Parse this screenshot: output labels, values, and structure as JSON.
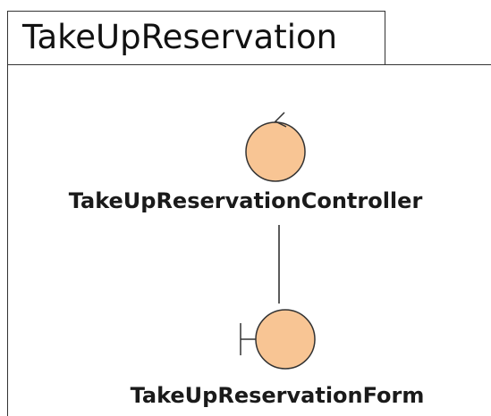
{
  "package": {
    "name": "TakeUpReservation"
  },
  "elements": {
    "controller": {
      "name": "TakeUpReservationController",
      "stereotype": "control"
    },
    "boundary": {
      "name": "TakeUpReservationForm",
      "stereotype": "boundary"
    }
  },
  "colors": {
    "element_fill": "#f8c594",
    "outline": "#333333",
    "connector": "#333333",
    "background": "#ffffff"
  }
}
